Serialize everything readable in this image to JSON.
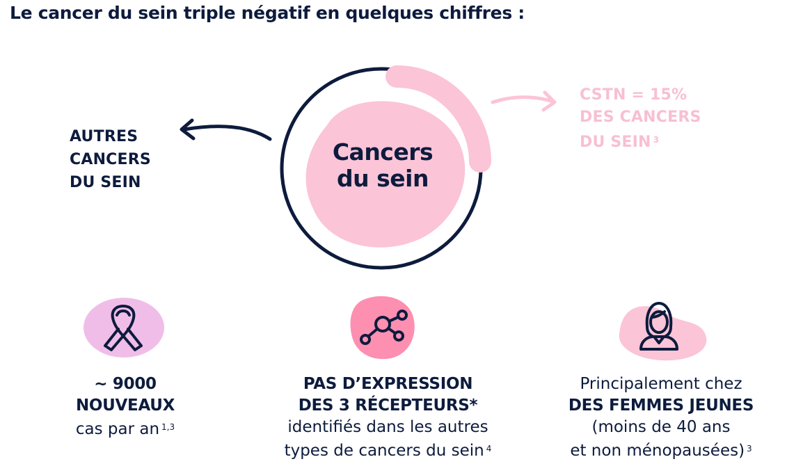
{
  "title": "Le cancer du sein triple négatif en quelques chiffres :",
  "colors": {
    "navy": "#0d1b3d",
    "pink_light": "#fbc4d7",
    "pink_mid": "#fd8fb0",
    "lilac": "#f0bde8",
    "pink_text": "#f8bfd3"
  },
  "diagram": {
    "center_line1": "Cancers",
    "center_line2": "du sein",
    "left_line1": "AUTRES",
    "left_line2": "CANCERS",
    "left_line3": "DU SEIN",
    "right_line1": "CSTN = 15%",
    "right_line2": "DES CANCERS",
    "right_line3": "DU SEIN",
    "right_ref": "3"
  },
  "stats": [
    {
      "icon": "ribbon-icon",
      "strong1": "~ 9000",
      "strong2": "NOUVEAUX",
      "light1": "cas par an",
      "ref": "1,3"
    },
    {
      "icon": "molecule-icon",
      "strong1": "PAS D’EXPRESSION",
      "strong2": "DES 3 RÉCEPTEURS*",
      "light1": "identifiés dans les autres",
      "light2": "types de cancers du sein",
      "ref": "4"
    },
    {
      "icon": "woman-icon",
      "light0": "Principalement chez",
      "strong1": "DES FEMMES JEUNES",
      "light1": "(moins de 40 ans",
      "light2": "et non ménopausées)",
      "ref": "3"
    }
  ]
}
